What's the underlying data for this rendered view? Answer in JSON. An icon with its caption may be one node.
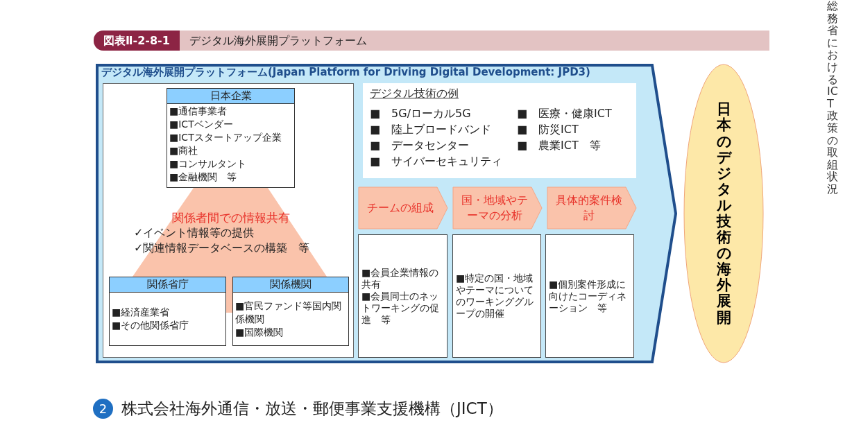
{
  "diagram": {
    "title": "デジタル海外展開プラットフォーム",
    "nodes": [
      {
        "text": [
          "デジタル海外展開プラットフォーム(Japan Platform for Driving Digital Development: JPD3)"
        ]
      },
      {
        "text": [],
        "shape": "box",
        "in": 0
      },
      {
        "text": [
          "日本企業",
          "■通信事業者",
          "■ICTベンダー",
          "■ICTスタートアップ企業",
          "■商社",
          "■コンサルタント",
          "■金融機関　等"
        ],
        "in": 1
      },
      {
        "text": [
          "関係者間での情報共有",
          "✓イベント情報等の提供",
          "✓関連情報データベースの構築　等"
        ],
        "in": 1
      },
      {
        "text": [
          "関係省庁",
          "■経済産業省",
          "■その他関係省庁"
        ],
        "in": 1
      },
      {
        "text": [
          "関係機関",
          "■官民ファンド等国内関係機関",
          "■国際機関"
        ],
        "in": 1
      },
      {
        "text": [
          "デジタル技術の例",
          "■　5G/ローカル5G",
          "■　陸上ブロードバンド",
          "■　データセンター",
          "■　サイバーセキュリティ",
          "■　医療・健康ICT",
          "■　防災ICT",
          "■　農業ICT　等"
        ],
        "in": 0
      },
      {
        "text": [
          "チームの組成"
        ],
        "in": 0
      },
      {
        "text": [
          "国・地域やテーマの分析"
        ],
        "in": 0
      },
      {
        "text": [
          "具体的案件検討"
        ],
        "in": 0
      },
      {
        "text": [
          "■会員企業情報の共有",
          "■会員同士のネットワーキングの促進　等"
        ],
        "in": 0
      },
      {
        "text": [
          "■特定の国・地域やテーマについてのワーキンググループの開催"
        ],
        "in": 0
      },
      {
        "text": [
          "■個別案件形成に向けたコーディネーション　等"
        ],
        "in": 0
      },
      {
        "text": [
          "日本のデジタル技術の海外展開"
        ]
      }
    ],
    "labels": [
      "図表Ⅱ-2-8-1",
      "総務省におけるICT政策の取組状況",
      "2",
      "株式会社海外通信・放送・郵便事業支援機構（JICT）"
    ]
  }
}
